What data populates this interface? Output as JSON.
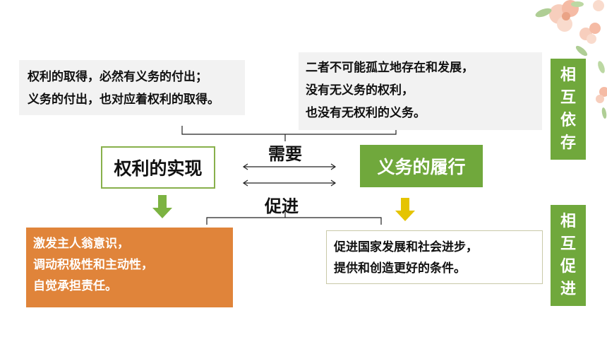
{
  "top_left_note": {
    "lines": [
      "权利的取得，必然有义务的付出；",
      "义务的付出，也对应着权利的取得。"
    ]
  },
  "top_right_note": {
    "lines": [
      "二者不可能孤立地存在和发展，",
      "没有无义务的权利，",
      "也没有无权利的义务。"
    ]
  },
  "side_tags": {
    "top": [
      "相",
      "互",
      "依",
      "存"
    ],
    "bottom": [
      "相",
      "互",
      "促",
      "进"
    ]
  },
  "rights_box": "权利的实现",
  "duties_box": "义务的履行",
  "center_labels": {
    "need": "需要",
    "promote": "促进"
  },
  "rights_effect": {
    "lines": [
      "激发主人翁意识，",
      "调动积极性和主动性，",
      "自觉承担责任。"
    ]
  },
  "duties_effect": {
    "lines": [
      "促进国家发展和社会进步，",
      "提供和创造更好的条件。"
    ]
  },
  "colors": {
    "green": "#70a83c",
    "orange": "#e0843a",
    "arrow_green": "#7cb342",
    "arrow_yellow": "#e5c400"
  }
}
